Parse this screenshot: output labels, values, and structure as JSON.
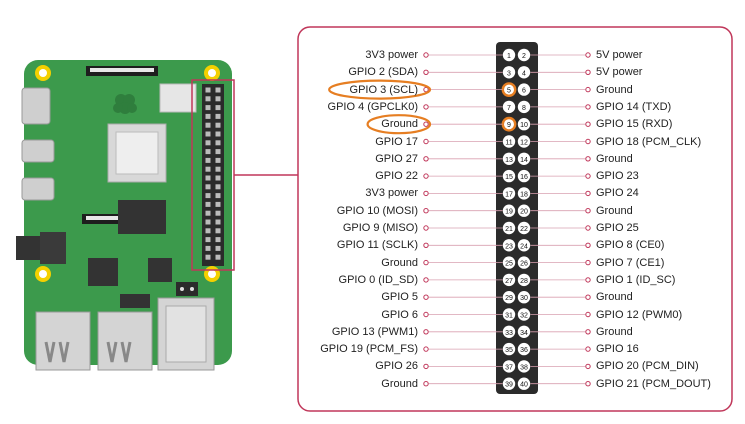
{
  "colors": {
    "board": "#3c9a4c",
    "board_dark": "#2f7e3d",
    "mount_hole": "#f4d000",
    "panel_border": "#c0375a",
    "header_body": "#2b2b2b",
    "pin_fill": "#ffffff",
    "highlight": "#e67e22",
    "pin_marker": "#c0375a",
    "text": "#222222"
  },
  "pinout": {
    "left": [
      {
        "pin": "1",
        "label": "3V3 power"
      },
      {
        "pin": "3",
        "label": "GPIO 2 (SDA)"
      },
      {
        "pin": "5",
        "label": "GPIO 3 (SCL)",
        "highlight": true
      },
      {
        "pin": "7",
        "label": "GPIO 4 (GPCLK0)"
      },
      {
        "pin": "9",
        "label": "Ground",
        "highlight": true
      },
      {
        "pin": "11",
        "label": "GPIO 17"
      },
      {
        "pin": "13",
        "label": "GPIO 27"
      },
      {
        "pin": "15",
        "label": "GPIO 22"
      },
      {
        "pin": "17",
        "label": "3V3 power"
      },
      {
        "pin": "19",
        "label": "GPIO 10 (MOSI)"
      },
      {
        "pin": "21",
        "label": "GPIO 9 (MISO)"
      },
      {
        "pin": "23",
        "label": "GPIO 11 (SCLK)"
      },
      {
        "pin": "25",
        "label": "Ground"
      },
      {
        "pin": "27",
        "label": "GPIO 0 (ID_SD)"
      },
      {
        "pin": "29",
        "label": "GPIO 5"
      },
      {
        "pin": "31",
        "label": "GPIO 6"
      },
      {
        "pin": "33",
        "label": "GPIO 13 (PWM1)"
      },
      {
        "pin": "35",
        "label": "GPIO 19 (PCM_FS)"
      },
      {
        "pin": "37",
        "label": "GPIO 26"
      },
      {
        "pin": "39",
        "label": "Ground"
      }
    ],
    "right": [
      {
        "pin": "2",
        "label": "5V power"
      },
      {
        "pin": "4",
        "label": "5V power"
      },
      {
        "pin": "6",
        "label": "Ground"
      },
      {
        "pin": "8",
        "label": "GPIO 14 (TXD)"
      },
      {
        "pin": "10",
        "label": "GPIO 15 (RXD)"
      },
      {
        "pin": "12",
        "label": "GPIO 18 (PCM_CLK)"
      },
      {
        "pin": "14",
        "label": "Ground"
      },
      {
        "pin": "16",
        "label": "GPIO 23"
      },
      {
        "pin": "18",
        "label": "GPIO 24"
      },
      {
        "pin": "20",
        "label": "Ground"
      },
      {
        "pin": "22",
        "label": "GPIO 25"
      },
      {
        "pin": "24",
        "label": "GPIO 8 (CE0)"
      },
      {
        "pin": "26",
        "label": "GPIO 7 (CE1)"
      },
      {
        "pin": "28",
        "label": "GPIO 1 (ID_SC)"
      },
      {
        "pin": "30",
        "label": "Ground"
      },
      {
        "pin": "32",
        "label": "GPIO 12 (PWM0)"
      },
      {
        "pin": "34",
        "label": "Ground"
      },
      {
        "pin": "36",
        "label": "GPIO 16"
      },
      {
        "pin": "38",
        "label": "GPIO 20 (PCM_DIN)"
      },
      {
        "pin": "40",
        "label": "GPIO 21 (PCM_DOUT)"
      }
    ]
  }
}
